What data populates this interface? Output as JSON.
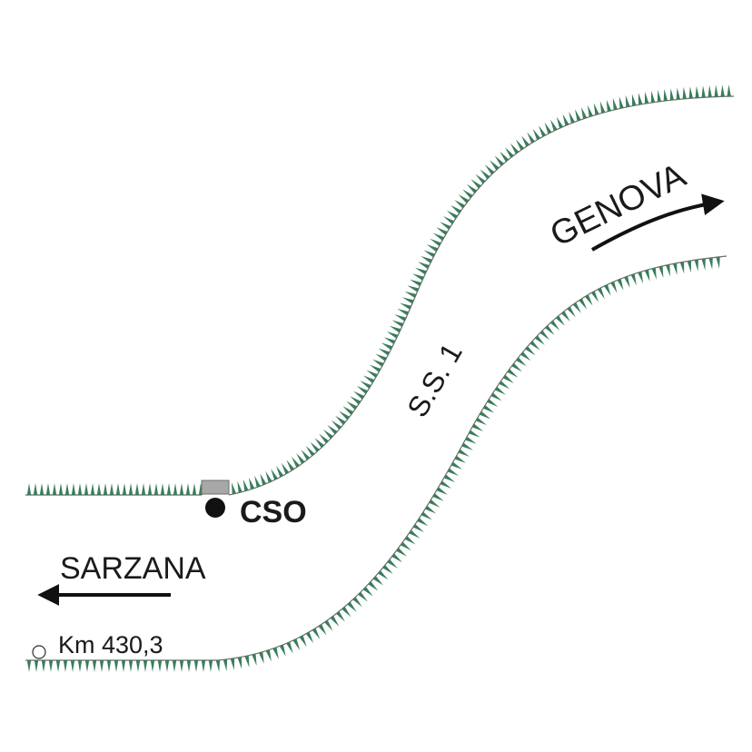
{
  "map": {
    "road_label": "S.S. 1",
    "station_label": "CSO",
    "km_marker_label": "Km 430,3",
    "directions": {
      "left": "SARZANA",
      "right": "GENOVA"
    },
    "colors": {
      "vegetation": "#3a7d5c",
      "road_edge": "#6b6b6b",
      "station_marker": "#111111",
      "station_block": "#a8a8a8",
      "arrow": "#111111"
    }
  }
}
